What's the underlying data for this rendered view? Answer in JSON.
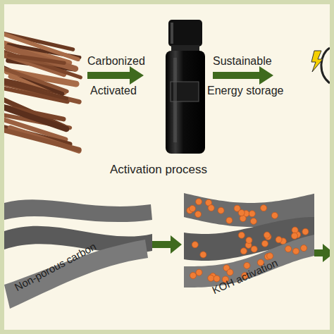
{
  "diagram": {
    "labels": [
      "Carbonized",
      "Activated",
      "Sustainable",
      "Energy storage",
      "Activation process",
      "Non-porous carbon",
      "KOH activation"
    ]
  }
}
